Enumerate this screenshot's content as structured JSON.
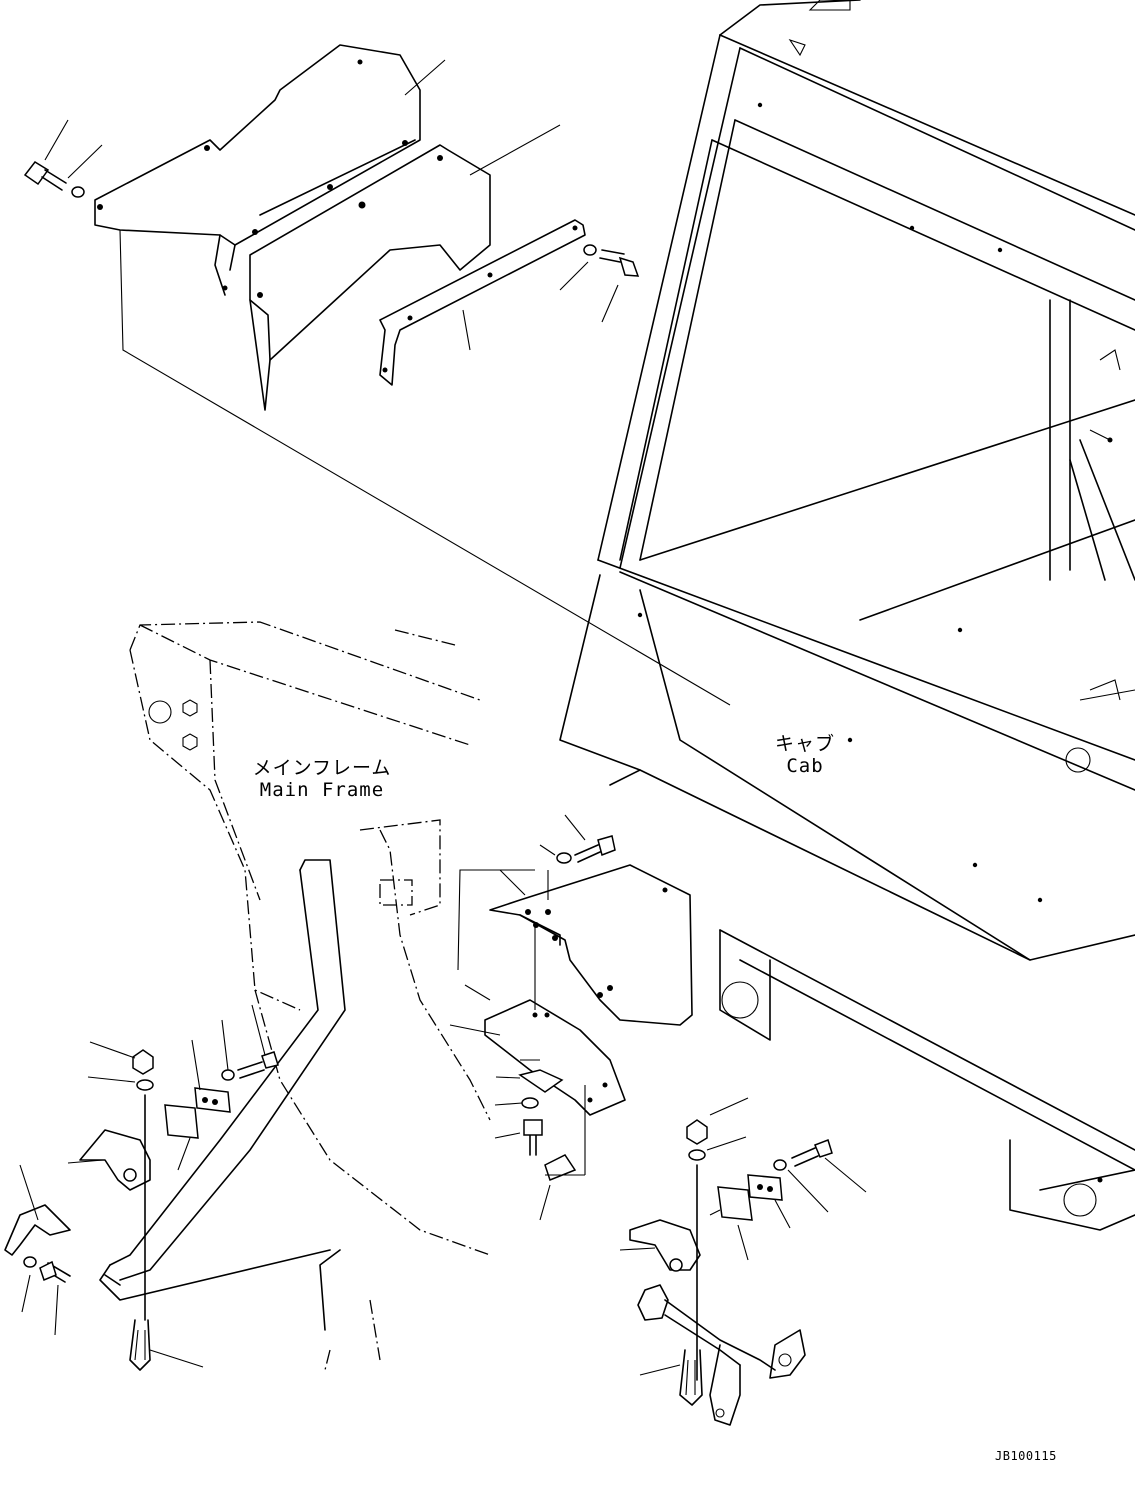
{
  "labels": {
    "main_frame_jp": "メインフレーム",
    "main_frame_en": "Main Frame",
    "cab_jp": "キャブ",
    "cab_en": "Cab"
  },
  "drawing_code": "JB100115",
  "colors": {
    "line": "#000000",
    "background": "#ffffff"
  }
}
